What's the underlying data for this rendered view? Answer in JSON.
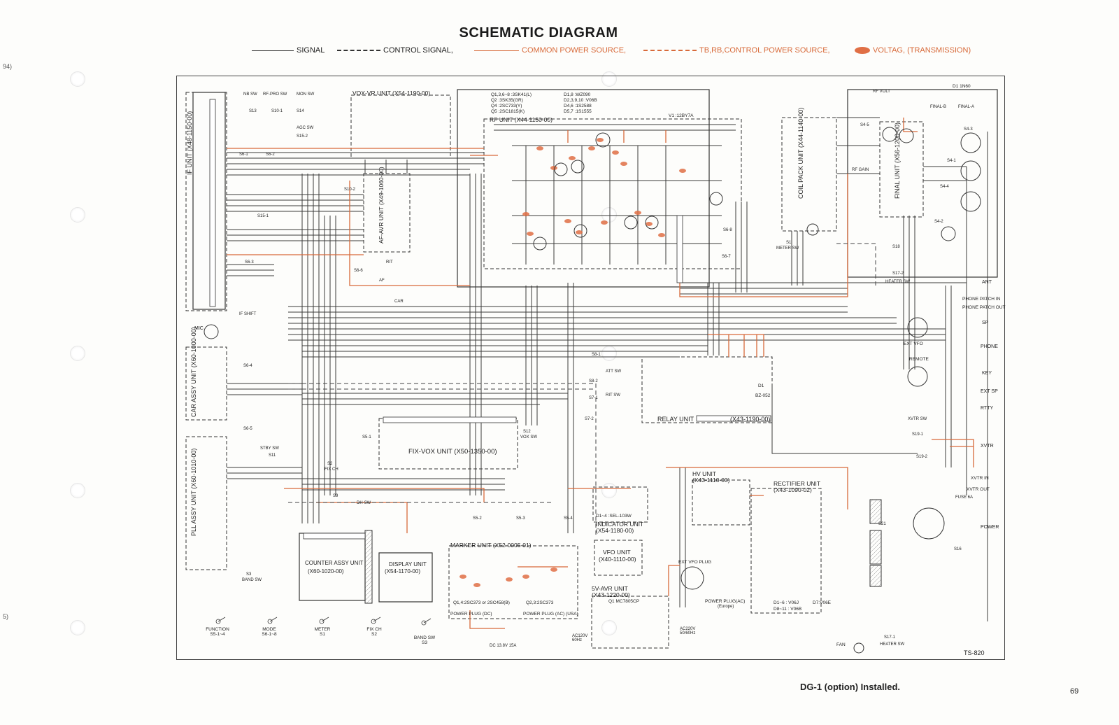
{
  "title": "SCHEMATIC DIAGRAM",
  "legend": {
    "signal": "SIGNAL",
    "control_signal": "CONTROL SIGNAL,",
    "common_power": "COMMON POWER SOURCE,",
    "tb_rb_power": "TB,RB,CONTROL POWER SOURCE,",
    "voltage": "VOLTAG, (TRANSMISSION)"
  },
  "margin_notes": {
    "top": "94)",
    "bottom": "5)"
  },
  "units": {
    "if_unit": "IF UNIT (X48-1150-00)",
    "vox_vr_unit": "VOX-VR UNIT (X54-1190-00)",
    "rf_unit": "RF UNIT (X44-1150-00)",
    "coil_pack": "COIL PACK UNIT (X44-1140-00)",
    "final_unit": "FINAL UNIT (X56-1200-00)",
    "af_avr": "AF-AVR UNIT (X49-1060-00)",
    "car_assy": "CAR ASSY UNIT (X60-1000-00)",
    "pll_assy": "PLL ASSY UNIT (X60-1010-00)",
    "fix_vox": "FIX-VOX UNIT (X50-1350-00)",
    "relay_unit": "RELAY UNIT",
    "relay_part": "(X43-1190-00)",
    "hv_unit": "HV UNIT",
    "hv_part": "(X43-1110-00)",
    "rectifier_unit": "RECTIFIER UNIT",
    "rectifier_part": "(X43-1090-02)",
    "indicator_unit": "INDICATOR UNIT",
    "indicator_part": "(X54-1180-00)",
    "vfo_unit": "VFO UNIT",
    "vfo_part": "(X40-1110-00)",
    "avr_unit": "5V-AVR UNIT",
    "avr_part": "(X43-1220-00)",
    "counter_assy": "COUNTER ASSY UNIT",
    "counter_part": "(X60-1020-00)",
    "display_unit": "DISPLAY UNIT",
    "display_part": "(X54-1170-00)",
    "marker_unit": "MARKER UNIT (X52-0005-01)"
  },
  "semis": {
    "q1": "Q1,3,6~8 :3SK41(L)",
    "q2": "Q2 :3SK35(GR)",
    "q4": "Q4 :2SC733(Y)",
    "q5": "Q5 :2SC1815(K)",
    "d1": "D1,8 :WZ090",
    "d2": "D2,3,9,10 :V06B",
    "d4": "D4,6 :1S2588",
    "d5": "D5,7 :1S1555",
    "v1": "V1 :12BY7A",
    "marker_q1": "Q1,4:2SC373 or 2SC458(B)",
    "marker_q2": "Q2,3:2SC373",
    "avr_q1": "Q1 MC7805CP",
    "ind_d": "D1~4 :SEL-103W",
    "rect_d1": "D1~6 : V06J",
    "rect_d7": "D7:V06E",
    "rect_d8": "D8~11 : V06B",
    "relay_d1": "D1",
    "relay_d1_part": "BZ-052"
  },
  "switch_labels": {
    "nb": "NB SW",
    "rfpro": "RF-PRO SW",
    "mon": "MON SW",
    "agc": "AGC SW",
    "s13": "S13",
    "s10_1": "S10-1",
    "s14": "S14",
    "s15_2": "S15-2",
    "s6_1": "S6-1",
    "s6_2": "S6-2",
    "s10_2": "S10-2",
    "s15_1": "S15-1",
    "s6_3": "S6-3",
    "s6_4": "S6-4",
    "s6_5": "S6-5",
    "s6_6": "S6-6",
    "s6_7": "S6-7",
    "s6_8": "S6-8",
    "s5_1": "S5-1",
    "s5_2": "S5-2",
    "s5_3": "S5-3",
    "s5_4": "S5-4",
    "s2": "S2",
    "s3": "S3",
    "s9": "S9",
    "s11": "S11",
    "s12": "S12",
    "s16": "S16",
    "s17_1": "S17-1",
    "s17_2": "S17-2",
    "s18": "S18",
    "s19_1": "S19-1",
    "s19_2": "S19-2",
    "s21": "S21",
    "s1": "S1",
    "s4_1": "S4-1",
    "s4_2": "S4-2",
    "s4_3": "S4-3",
    "s4_4": "S4-4",
    "s4_5": "S4-5",
    "s7_1": "S7-1",
    "s7_2": "S7-2",
    "s8_1": "S8-1",
    "s8_2": "S8-2",
    "stby": "STBY SW",
    "fix_ch": "FIX CH",
    "band_sw": "BAND SW",
    "meter_sw": "METER SW",
    "heater_sw": "HEATER SW",
    "xvtr_sw": "XVTR SW",
    "vox_sw": "VOX SW",
    "dh_sw": "DH-SW",
    "att_sw": "ATT SW",
    "rit_sw": "RIT SW",
    "if_shift": "IF SHIFT",
    "mic": "MIC",
    "car": "CAR",
    "af": "AF",
    "rit": "RIT",
    "rf_volt": "RF VOLT",
    "rf_gain": "RF GAIN"
  },
  "connectors": {
    "ant": "ANT",
    "phone_patch_in": "PHONE PATCH IN",
    "phone_patch_out": "PHONE PATCH OUT",
    "sp": "SP",
    "phone": "PHONE",
    "key": "KEY",
    "ext_sp": "EXT SP",
    "rtty": "RTTY",
    "xvtr": "XVTR",
    "xvtr_in": "XVTR IN",
    "xvtr_out": "XVTR OUT",
    "power": "POWER",
    "ext_vfo": "EXT VFO",
    "remote": "REMOTE",
    "ext_vfo_plug": "EXT VFO PLUG",
    "power_plug_ac": "POWER PLUG(AC)",
    "europe": "(Europe)",
    "fan": "FAN",
    "fuse": "FUSE 6A",
    "ac220": "AC220V 50/60Hz",
    "ac120": "AC120V 60Hz",
    "dc": "DC 13.8V 15A",
    "d1_1n60": "D1 1N60",
    "final_b": "FINAL-B",
    "final_a": "FINAL-A"
  },
  "bottom_switch_legend": [
    {
      "name": "FUNCTION",
      "sw": "S5-1~4"
    },
    {
      "name": "MODE",
      "sw": "S6-1~8"
    },
    {
      "name": "METER",
      "sw": "S1"
    },
    {
      "name": "FIX CH",
      "sw": "S2"
    },
    {
      "name": "BAND SW",
      "sw": "S3"
    }
  ],
  "power_plug_dc": "POWER PLUG (DC)",
  "power_plug_usa": "POWER PLUG (AC) (USA)",
  "model": "TS-820",
  "footer_note": "DG-1 (option) Installed.",
  "page_number": "69",
  "colors": {
    "signal": "#333333",
    "power": "#d86a3a",
    "paper": "#fdfdfb"
  }
}
